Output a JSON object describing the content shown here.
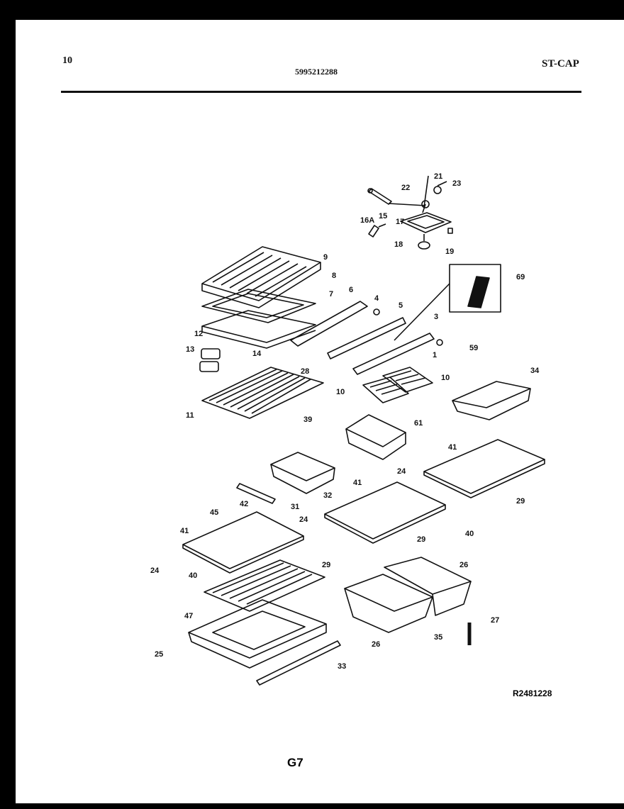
{
  "header": {
    "page_number": "10",
    "part_number": "5995212288",
    "model_code": "ST-CAP"
  },
  "diagram": {
    "callouts": [
      {
        "id": "22",
        "text": "22"
      },
      {
        "id": "21",
        "text": "21"
      },
      {
        "id": "23",
        "text": "23"
      },
      {
        "id": "16A",
        "text": "16A"
      },
      {
        "id": "15",
        "text": "15"
      },
      {
        "id": "17",
        "text": "17"
      },
      {
        "id": "18",
        "text": "18"
      },
      {
        "id": "19",
        "text": "19"
      },
      {
        "id": "9",
        "text": "9"
      },
      {
        "id": "8",
        "text": "8"
      },
      {
        "id": "7",
        "text": "7"
      },
      {
        "id": "6",
        "text": "6"
      },
      {
        "id": "4",
        "text": "4"
      },
      {
        "id": "5",
        "text": "5"
      },
      {
        "id": "69",
        "text": "69"
      },
      {
        "id": "3",
        "text": "3"
      },
      {
        "id": "59",
        "text": "59"
      },
      {
        "id": "1",
        "text": "1"
      },
      {
        "id": "12",
        "text": "12"
      },
      {
        "id": "13",
        "text": "13"
      },
      {
        "id": "14",
        "text": "14"
      },
      {
        "id": "28",
        "text": "28"
      },
      {
        "id": "11",
        "text": "11"
      },
      {
        "id": "39",
        "text": "39"
      },
      {
        "id": "10a",
        "text": "10"
      },
      {
        "id": "10b",
        "text": "10"
      },
      {
        "id": "34",
        "text": "34"
      },
      {
        "id": "61",
        "text": "61"
      },
      {
        "id": "41a",
        "text": "41"
      },
      {
        "id": "24a",
        "text": "24"
      },
      {
        "id": "29a",
        "text": "29"
      },
      {
        "id": "40a",
        "text": "40"
      },
      {
        "id": "31",
        "text": "31"
      },
      {
        "id": "32",
        "text": "32"
      },
      {
        "id": "45",
        "text": "45"
      },
      {
        "id": "42",
        "text": "42"
      },
      {
        "id": "41b",
        "text": "41"
      },
      {
        "id": "24b",
        "text": "24"
      },
      {
        "id": "29b",
        "text": "29"
      },
      {
        "id": "41c",
        "text": "41"
      },
      {
        "id": "24c",
        "text": "24"
      },
      {
        "id": "40c",
        "text": "40"
      },
      {
        "id": "29c",
        "text": "29"
      },
      {
        "id": "47",
        "text": "47"
      },
      {
        "id": "25",
        "text": "25"
      },
      {
        "id": "33",
        "text": "33"
      },
      {
        "id": "26a",
        "text": "26"
      },
      {
        "id": "26b",
        "text": "26"
      },
      {
        "id": "35",
        "text": "35"
      },
      {
        "id": "27",
        "text": "27"
      }
    ]
  },
  "footer": {
    "ref_code": "R2481228",
    "page_label": "G7"
  }
}
